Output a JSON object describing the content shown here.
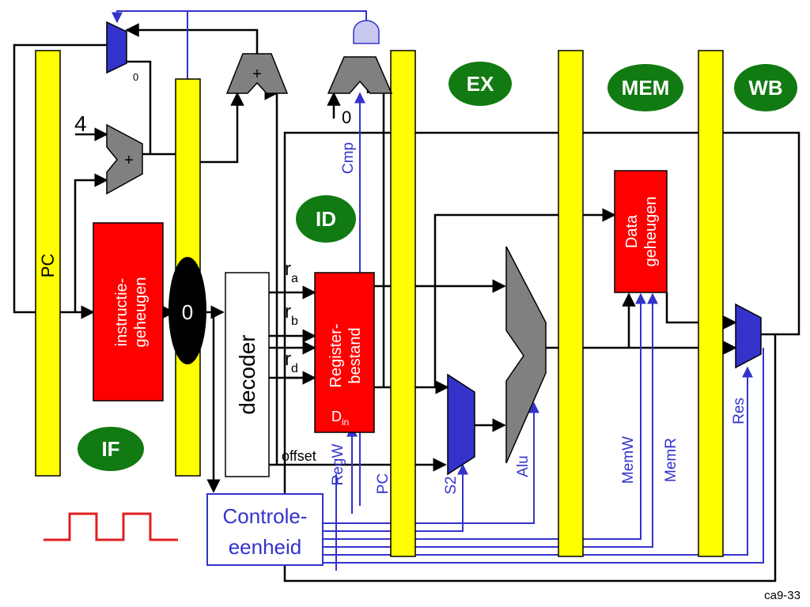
{
  "stages": {
    "if": "IF",
    "id": "ID",
    "ex": "EX",
    "mem": "MEM",
    "wb": "WB"
  },
  "pc_label": "PC",
  "instr_mem": {
    "line1": "instructie-",
    "line2": "geheugen"
  },
  "zero_mux": "0",
  "decoder": "decoder",
  "regfile": {
    "line1": "Register-",
    "line2": "bestand",
    "din": "D",
    "din_sub": "in"
  },
  "regs": {
    "ra": "r",
    "ra_sub": "a",
    "rb": "r",
    "rb_sub": "b",
    "rd": "r",
    "rd_sub": "d"
  },
  "offset": "offset",
  "data_mem": {
    "line1": "Data",
    "line2": "geheugen"
  },
  "control": {
    "line1": "Controle-",
    "line2": "eenheid"
  },
  "signals": {
    "regw": "RegW",
    "pc": "PC",
    "s2": "S2",
    "alu": "Alu",
    "memw": "MemW",
    "memr": "MemR",
    "res": "Res",
    "cmp": "Cmp"
  },
  "adder_plus": "+",
  "const_four": "4",
  "const_zero": "0",
  "mux_zero": "0",
  "slide_id": "ca9-33",
  "colors": {
    "yellow": "#ffff00",
    "red": "#ff0000",
    "green": "#127a12",
    "blue_signal": "#3333cc",
    "mux_blue": "#3333cc",
    "grey": "#808080",
    "clock": "#e02020",
    "and_gate": "#c8c8f0"
  }
}
